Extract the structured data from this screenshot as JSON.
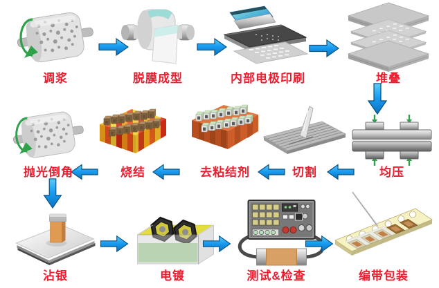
{
  "flow": {
    "label_color": "#ed1c2e",
    "arrow_color": "#1a9df2",
    "steps": [
      {
        "id": "slurry-mixing",
        "label": "调浆",
        "icon": "ball-mill"
      },
      {
        "id": "film-casting",
        "label": "脱膜成型",
        "icon": "film-roller"
      },
      {
        "id": "inner-electrode-printing",
        "label": "内部电极印刷",
        "icon": "screen-printer"
      },
      {
        "id": "stacking",
        "label": "堆叠",
        "icon": "stacked-sheets"
      },
      {
        "id": "iso-pressing",
        "label": "均压",
        "icon": "press"
      },
      {
        "id": "cutting",
        "label": "切割",
        "icon": "dicing-blade"
      },
      {
        "id": "binder-burnout",
        "label": "去粘结剂",
        "icon": "debinding-block"
      },
      {
        "id": "sintering",
        "label": "烧结",
        "icon": "sintering-kiln"
      },
      {
        "id": "polish-chamfer",
        "label": "抛光倒角",
        "icon": "tumbling-mill"
      },
      {
        "id": "silver-dipping",
        "label": "沾银",
        "icon": "dipping-plate"
      },
      {
        "id": "electroplating",
        "label": "电镀",
        "icon": "plating-tank"
      },
      {
        "id": "test-inspect",
        "label": "测试&检查",
        "icon": "test-station"
      },
      {
        "id": "tape-packaging",
        "label": "编带包装",
        "icon": "carrier-tape"
      }
    ],
    "connections": [
      {
        "from": "调浆",
        "to": "脱膜成型",
        "direction": "right"
      },
      {
        "from": "脱膜成型",
        "to": "内部电极印刷",
        "direction": "right"
      },
      {
        "from": "内部电极印刷",
        "to": "堆叠",
        "direction": "right"
      },
      {
        "from": "堆叠",
        "to": "均压",
        "direction": "down"
      },
      {
        "from": "均压",
        "to": "切割",
        "direction": "left"
      },
      {
        "from": "切割",
        "to": "去粘结剂",
        "direction": "left"
      },
      {
        "from": "去粘结剂",
        "to": "烧结",
        "direction": "left"
      },
      {
        "from": "烧结",
        "to": "抛光倒角",
        "direction": "left"
      },
      {
        "from": "抛光倒角",
        "to": "沾银",
        "direction": "down"
      },
      {
        "from": "沾银",
        "to": "电镀",
        "direction": "right"
      },
      {
        "from": "电镀",
        "to": "测试&检查",
        "direction": "right"
      },
      {
        "from": "测试&检查",
        "to": "编带包装",
        "direction": "right"
      }
    ]
  }
}
